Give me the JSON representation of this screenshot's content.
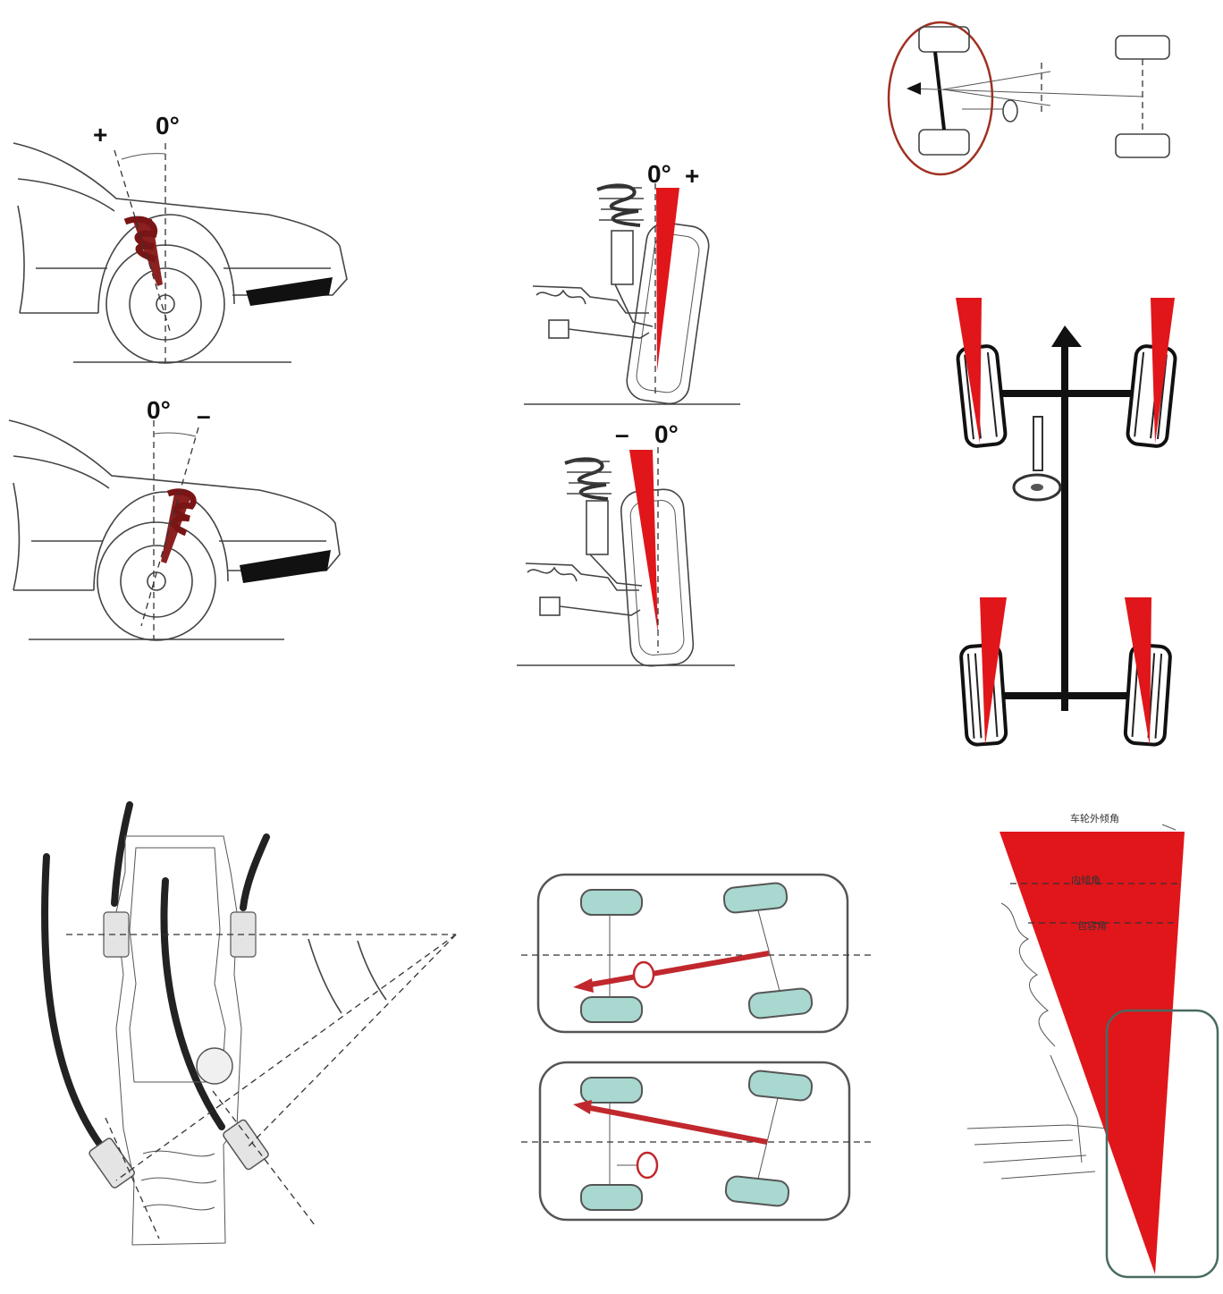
{
  "caster": {
    "positive": {
      "plus": "+",
      "zero": "0°"
    },
    "negative": {
      "zero": "0°",
      "minus": "–"
    }
  },
  "camber": {
    "positive": {
      "zero": "0°",
      "plus": "+"
    },
    "negative": {
      "minus": "–",
      "zero": "0°"
    }
  },
  "included_angle": {
    "labels": [
      "车轮外倾角",
      "内倾角",
      "包容角"
    ]
  },
  "colors": {
    "accent": "#e0161b",
    "line": "#444444",
    "wheel_fill": "#a8d8d0",
    "thrust_arrow": "#c0282d"
  }
}
